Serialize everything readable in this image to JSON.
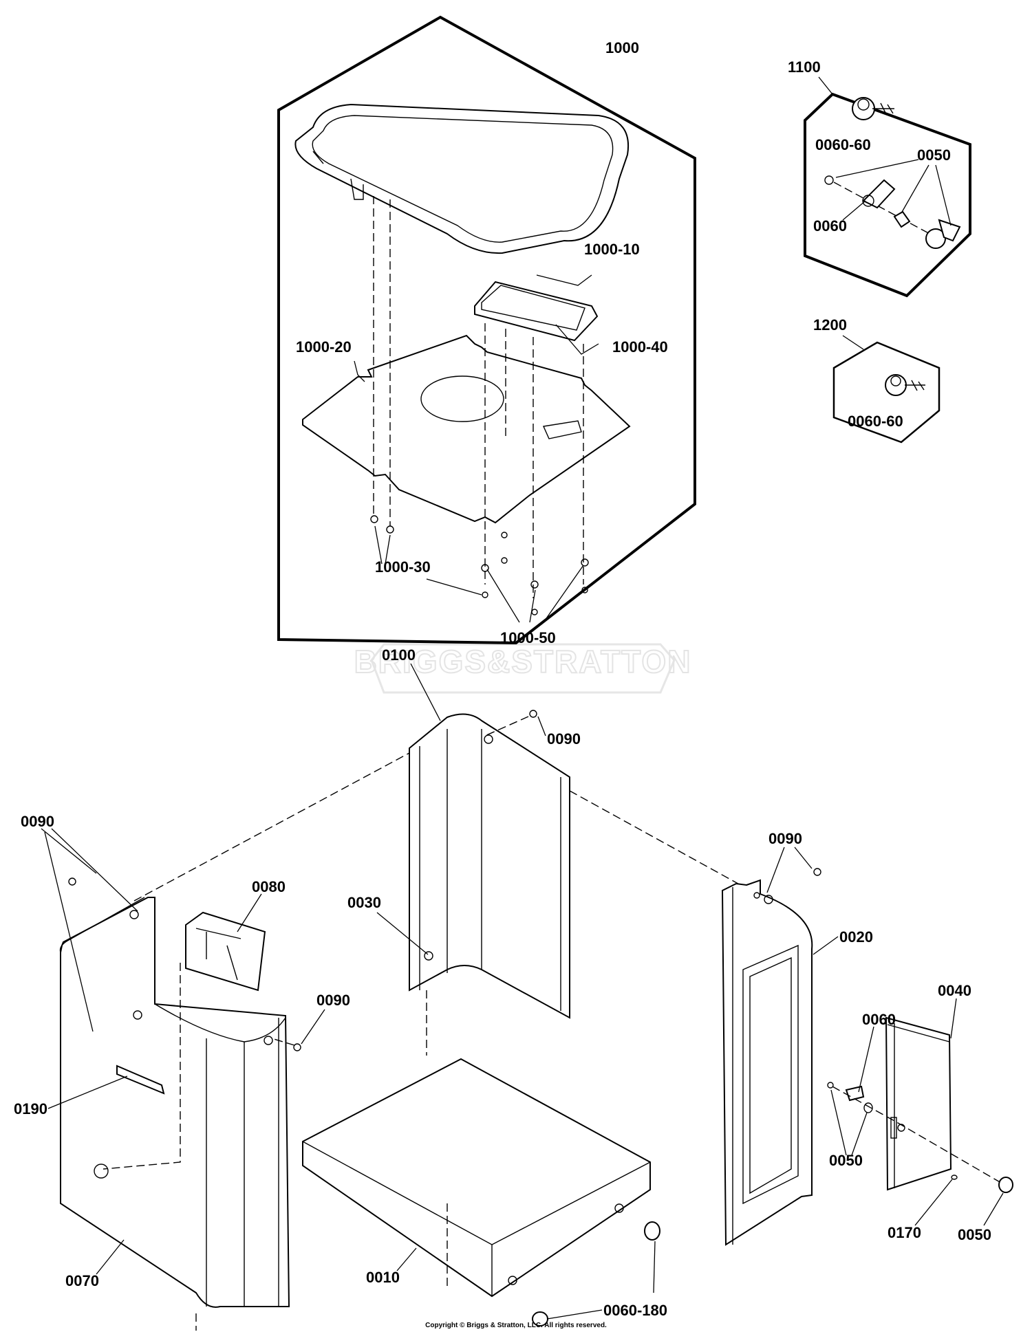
{
  "watermark": "BRIGGS&STRATTON",
  "copyright": "Copyright © Briggs & Stratton, LLC. All rights reserved.",
  "labels": {
    "l1000": "1000",
    "l1000_10": "1000-10",
    "l1000_20": "1000-20",
    "l1000_30": "1000-30",
    "l1000_40": "1000-40",
    "l1000_50": "1000-50",
    "l1100": "1100",
    "l1100_006060": "0060-60",
    "l1100_0050": "0050",
    "l1100_0060": "0060",
    "l1200": "1200",
    "l1200_006060": "0060-60",
    "l0100": "0100",
    "l0090_top": "0090",
    "l0090_left": "0090",
    "l0090_mid": "0090",
    "l0090_right": "0090",
    "l0080": "0080",
    "l0030": "0030",
    "l0020": "0020",
    "l0040": "0040",
    "l0060": "0060",
    "l0050_a": "0050",
    "l0050_b": "0050",
    "l0170": "0170",
    "l0190": "0190",
    "l0070": "0070",
    "l0010": "0010",
    "l0060_180": "0060-180"
  }
}
